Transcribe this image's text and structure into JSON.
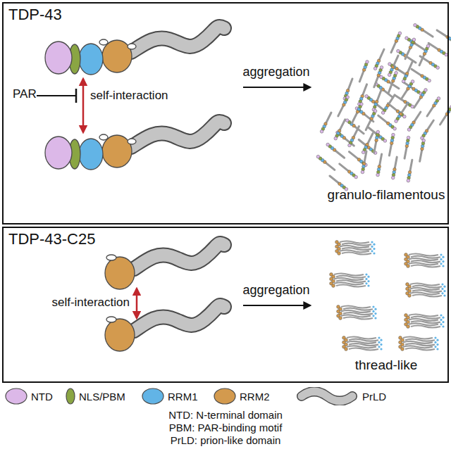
{
  "diagram": {
    "nodes": [
      {
        "text": [
          "TDP-43"
        ]
      },
      {
        "text": [
          "TDP-43-C25"
        ]
      }
    ],
    "labels": [
      "PAR",
      "self-interaction",
      "aggregation",
      "granulo-filamentous",
      "self-interaction",
      "aggregation",
      "thread-like",
      "NTD: N-terminal domain",
      "PBM: PAR-binding motif",
      "PrLD: prion-like domain"
    ],
    "legend": [
      {
        "text": "NTD",
        "color": "#dcb8e8"
      },
      {
        "text": "NLS/PBM",
        "color": "#8aa543"
      },
      {
        "text": "RRM1",
        "color": "#62b4e6"
      },
      {
        "text": "RRM2",
        "color": "#d39a4e"
      },
      {
        "text": "PrLD",
        "color": "#c4c4c4"
      }
    ]
  }
}
